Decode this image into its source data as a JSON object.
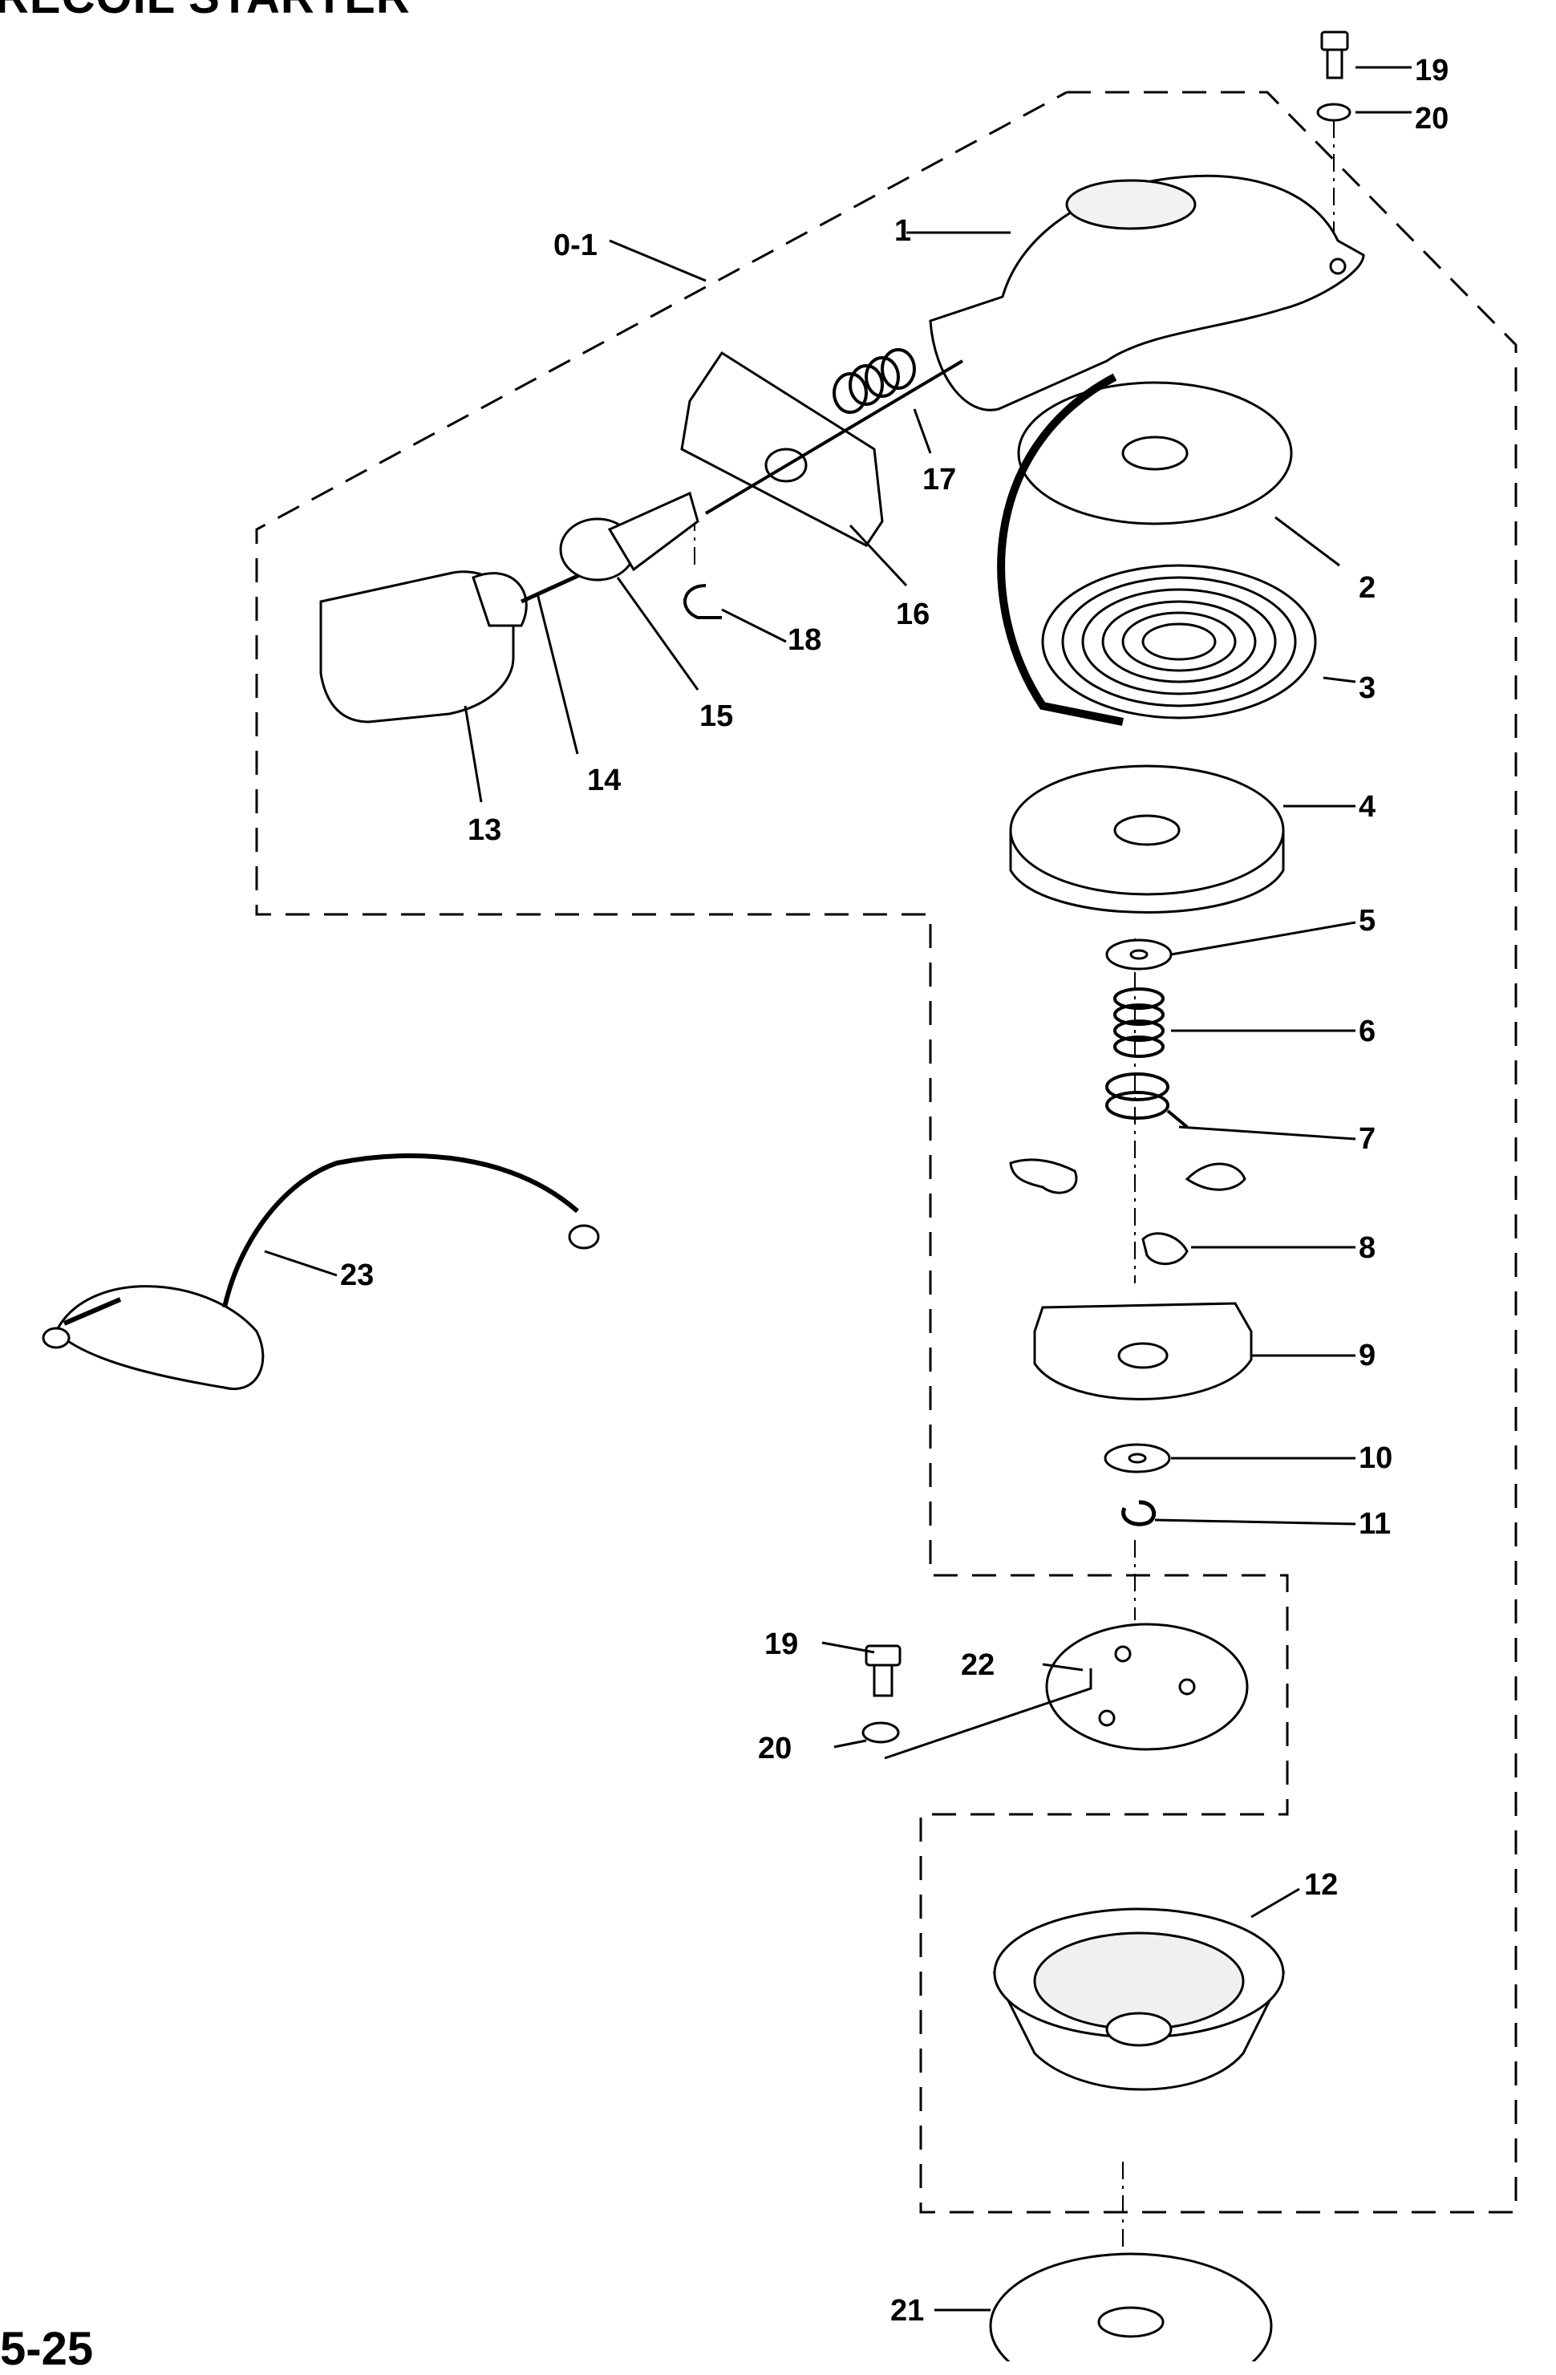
{
  "title": "RECOIL STARTER",
  "page_number": "5-25",
  "callouts": [
    {
      "id": "c0-1",
      "label": "0-1"
    },
    {
      "id": "c1",
      "label": "1"
    },
    {
      "id": "c2",
      "label": "2"
    },
    {
      "id": "c3",
      "label": "3"
    },
    {
      "id": "c4",
      "label": "4"
    },
    {
      "id": "c5",
      "label": "5"
    },
    {
      "id": "c6",
      "label": "6"
    },
    {
      "id": "c7",
      "label": "7"
    },
    {
      "id": "c8",
      "label": "8"
    },
    {
      "id": "c9",
      "label": "9"
    },
    {
      "id": "c10",
      "label": "10"
    },
    {
      "id": "c11",
      "label": "11"
    },
    {
      "id": "c12",
      "label": "12"
    },
    {
      "id": "c13",
      "label": "13"
    },
    {
      "id": "c14",
      "label": "14"
    },
    {
      "id": "c15",
      "label": "15"
    },
    {
      "id": "c16",
      "label": "16"
    },
    {
      "id": "c17",
      "label": "17"
    },
    {
      "id": "c18",
      "label": "18"
    },
    {
      "id": "c19a",
      "label": "19"
    },
    {
      "id": "c20a",
      "label": "20"
    },
    {
      "id": "c19b",
      "label": "19"
    },
    {
      "id": "c20b",
      "label": "20"
    },
    {
      "id": "c21",
      "label": "21"
    },
    {
      "id": "c22",
      "label": "22"
    },
    {
      "id": "c23",
      "label": "23"
    }
  ]
}
